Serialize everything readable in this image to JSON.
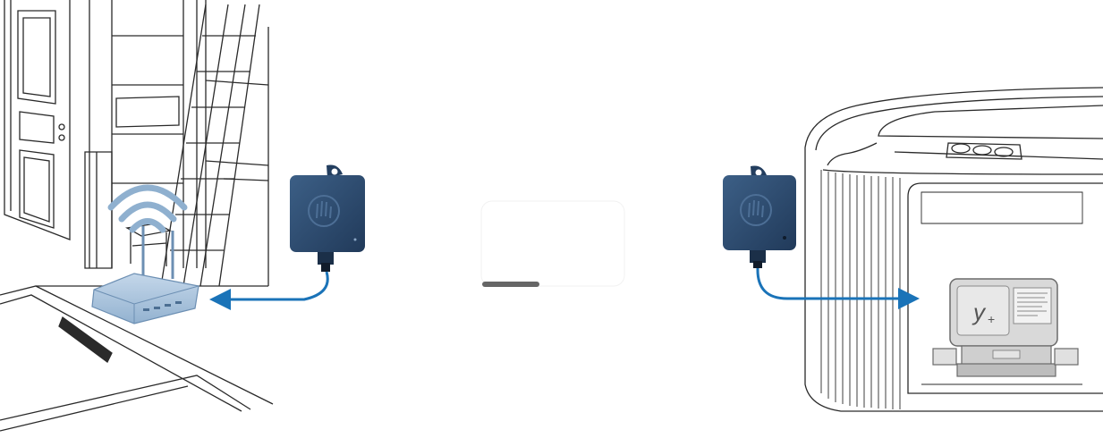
{
  "scene": {
    "left_panel": "home-network-interior-with-router",
    "middle_panel": "placeholder-card-with-slider",
    "right_panel": "hot-tub-with-control-pack"
  },
  "devices": [
    {
      "id": "wifi-module-router-side",
      "icon": "hand-logo-icon"
    },
    {
      "id": "wifi-module-spa-side",
      "icon": "hand-logo-icon"
    }
  ],
  "spa_pack": {
    "logo_text": "y",
    "logo_subscript": "+"
  },
  "colors": {
    "device_blue": "#2d4a6b",
    "device_blue_dark": "#1d3350",
    "cable_blue": "#1a73b8",
    "router_blue": "#a8c3dc",
    "line_art": "#2a2a2a",
    "pack_grey": "#c9c9c9",
    "slider_grey": "#666666"
  }
}
